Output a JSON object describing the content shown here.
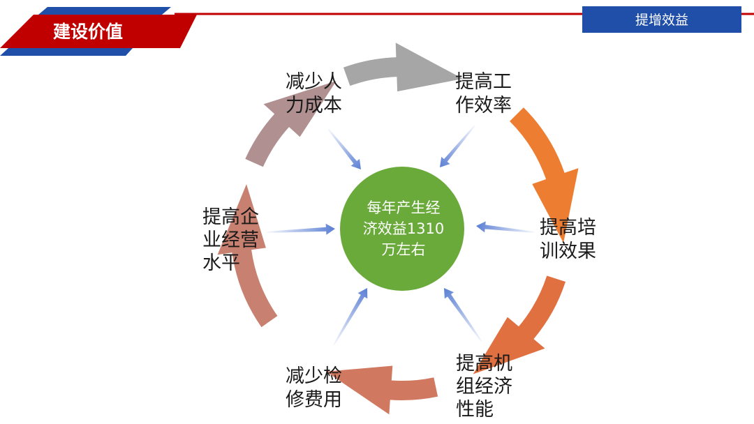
{
  "header": {
    "title": "建设价值",
    "tag": "提增效益",
    "colors": {
      "red": "#c00000",
      "blue": "#1f4fa8",
      "line": "#c00000"
    }
  },
  "diagram": {
    "center": {
      "lines": [
        "每年产生经",
        "济效益1310",
        "万左右"
      ],
      "color": "#6aaa3a"
    },
    "nodes": [
      {
        "id": "reduce-labor",
        "lines": [
          "减少人",
          "力成本"
        ]
      },
      {
        "id": "improve-efficiency",
        "lines": [
          "提高工",
          "作效率"
        ]
      },
      {
        "id": "improve-training",
        "lines": [
          "提高培",
          "训效果"
        ]
      },
      {
        "id": "improve-unit-economy",
        "lines": [
          "提高机",
          "组经济",
          "性能"
        ]
      },
      {
        "id": "reduce-maintenance",
        "lines": [
          "减少检",
          "修费用"
        ]
      },
      {
        "id": "improve-management",
        "lines": [
          "提高企",
          "业经营",
          "水平"
        ]
      }
    ],
    "cycle_arrow_colors": [
      "#a6a6a6",
      "#ed7d31",
      "#e07040",
      "#d07860",
      "#c88070",
      "#b09090"
    ],
    "spoke_color": "#5b7fd4"
  }
}
